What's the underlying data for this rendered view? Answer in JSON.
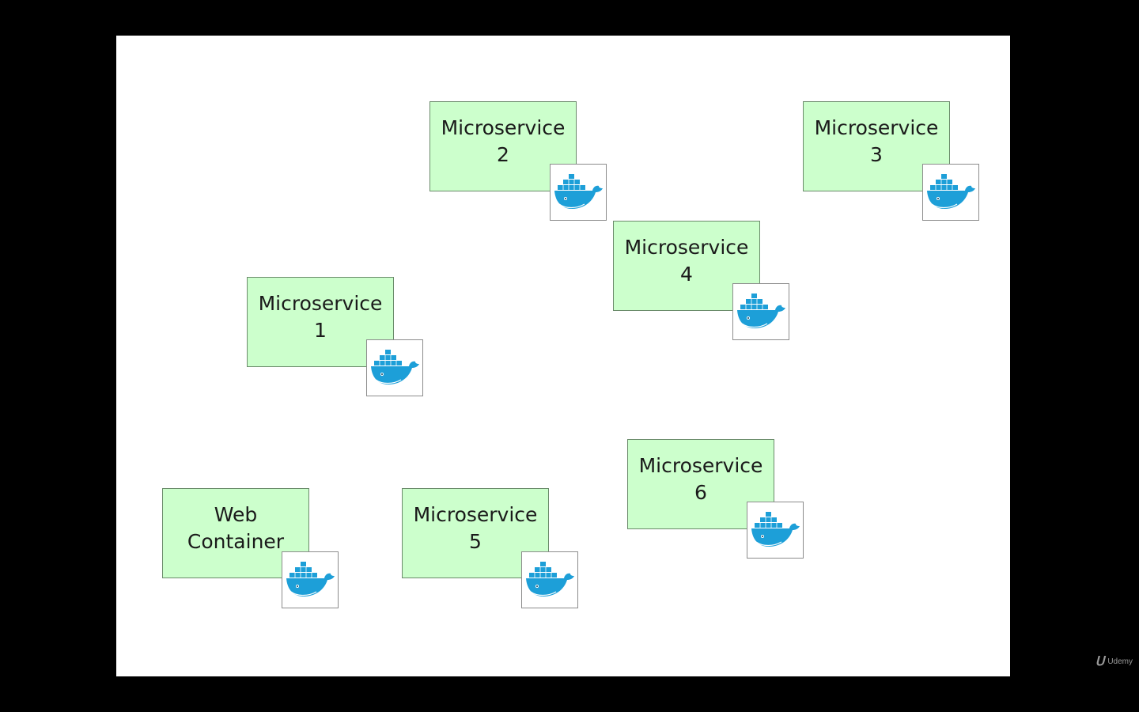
{
  "diagram": {
    "nodes": [
      {
        "id": "web",
        "line1": "Web",
        "line2": "Container",
        "icon": "docker-whale-icon"
      },
      {
        "id": "ms1",
        "line1": "Microservice",
        "line2": "1",
        "icon": "docker-whale-icon"
      },
      {
        "id": "ms2",
        "line1": "Microservice",
        "line2": "2",
        "icon": "docker-whale-icon"
      },
      {
        "id": "ms3",
        "line1": "Microservice",
        "line2": "3",
        "icon": "docker-whale-icon"
      },
      {
        "id": "ms4",
        "line1": "Microservice",
        "line2": "4",
        "icon": "docker-whale-icon"
      },
      {
        "id": "ms5",
        "line1": "Microservice",
        "line2": "5",
        "icon": "docker-whale-icon"
      },
      {
        "id": "ms6",
        "line1": "Microservice",
        "line2": "6",
        "icon": "docker-whale-icon"
      }
    ],
    "colors": {
      "node_fill": "#ccffcc",
      "whale": "#1d9fd8",
      "background": "#000000",
      "slide": "#ffffff"
    }
  },
  "watermark": {
    "logo": "Udemy"
  }
}
